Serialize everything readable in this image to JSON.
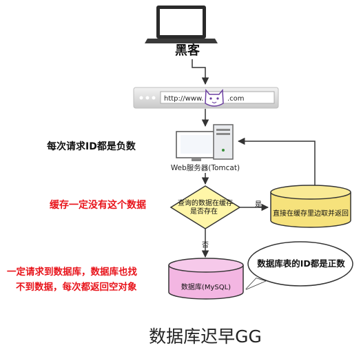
{
  "hacker_label": "黑客",
  "url_text": "http://www.",
  "url_tail": ".com",
  "server_label": "Web服务器(Tomcat)",
  "note_negative_ids": "每次请求ID都是负数",
  "note_cache_miss": "缓存一定没有这个数据",
  "decision_line1": "查询的数据在缓存",
  "decision_line2": "是否存在",
  "yes_label": "是",
  "no_label": "否",
  "cache_db_label": "直接在缓存里边取并返回",
  "db_label": "数据库(MySQL)",
  "bubble_text": "数据库表的ID都是正数",
  "note_db_line1": "一定请求到数据库，数据库也找",
  "note_db_line2": "不到数据，每次都返回空对象",
  "caption": "数据库迟早GG",
  "colors": {
    "red_text": "#e8141b",
    "diamond_fill": "#fff6a8",
    "cache_fill": "#f6e27c",
    "db_fill": "#f3b6e2",
    "arrow": "#333333"
  }
}
